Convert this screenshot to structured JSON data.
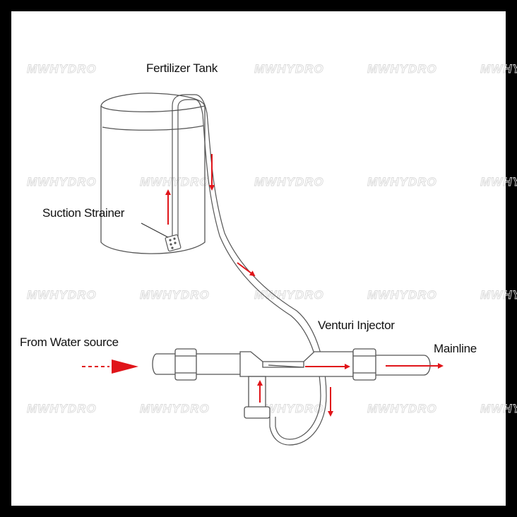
{
  "colors": {
    "outline": "#555555",
    "arrow": "#e0151a",
    "watermark": "#d9d9d9",
    "frame": "#000000",
    "background": "#ffffff"
  },
  "labels": {
    "fertilizer_tank": "Fertilizer Tank",
    "suction_strainer": "Suction Strainer",
    "venturi_injector": "Venturi Injector",
    "from_water_source": "From Water source",
    "mainline": "Mainline"
  },
  "watermark": "MWHYDRO"
}
